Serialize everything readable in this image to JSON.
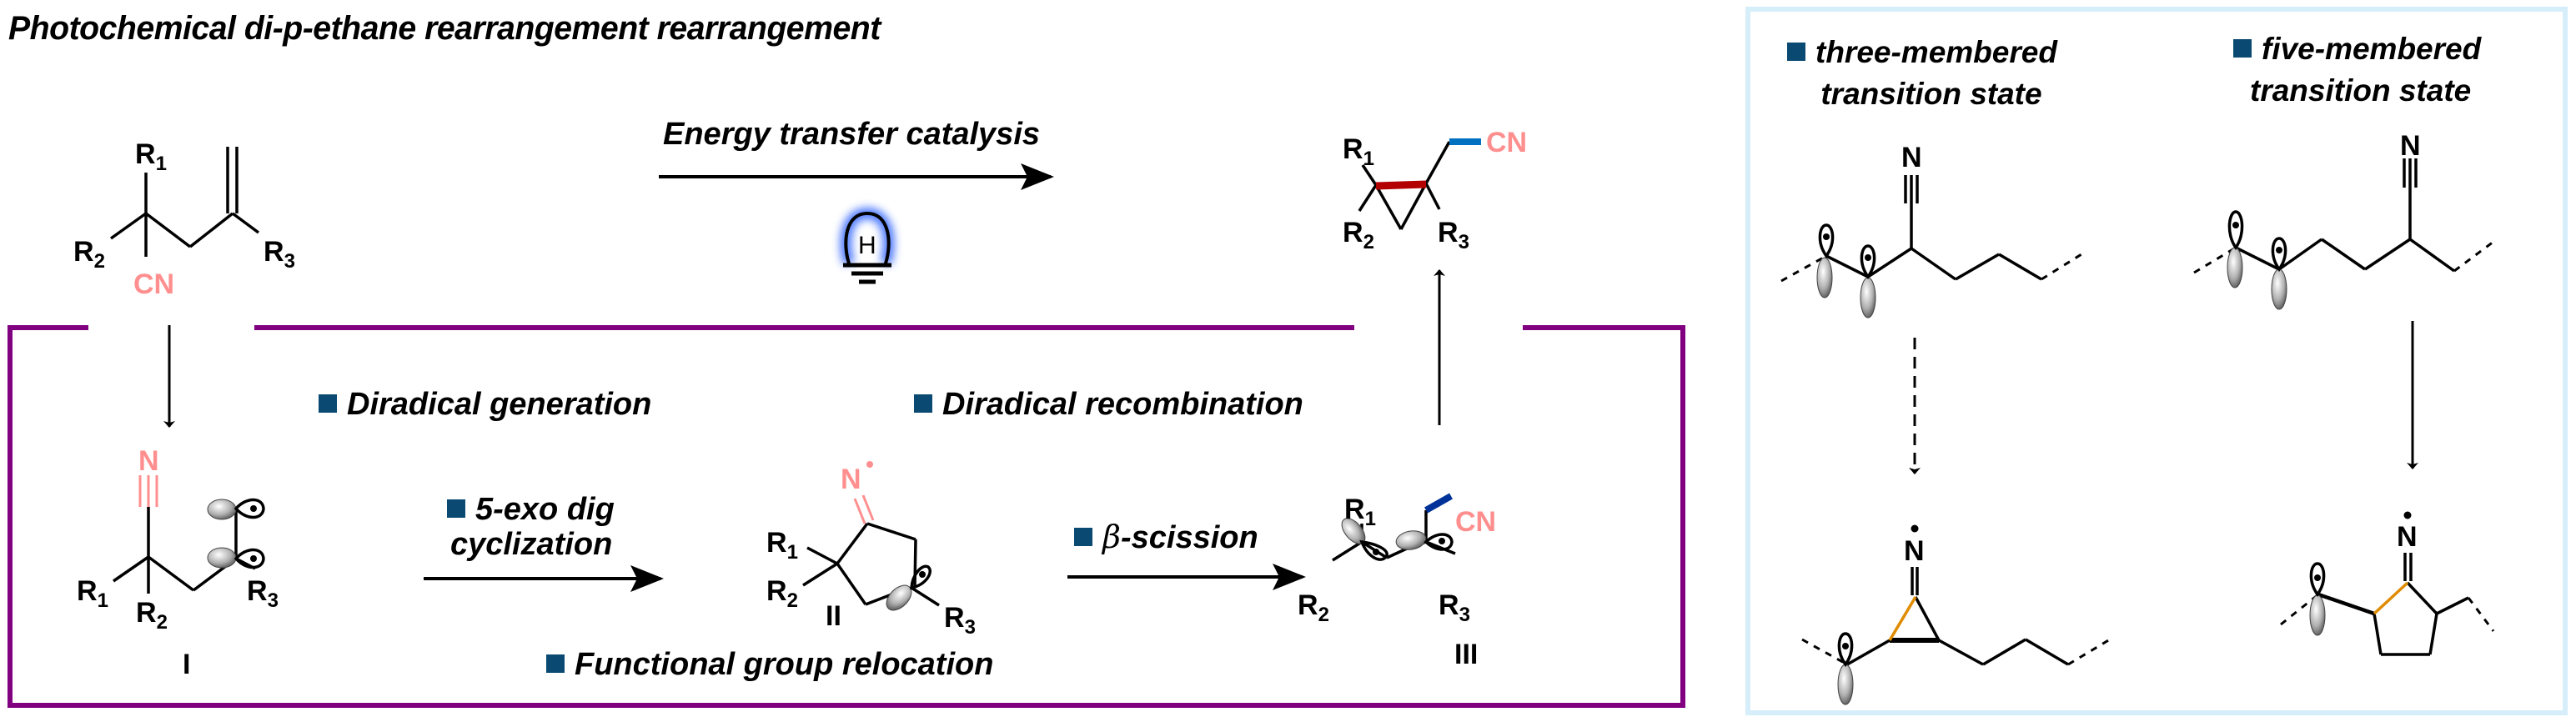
{
  "title": "Photochemical di-p-ethane rearrangement rearrangement",
  "colors": {
    "bracket": "#800080",
    "bullet": "#0a4a72",
    "panel_border": "#d6eefa",
    "nitrile_highlight": "#ff8f8f",
    "new_bond_red": "#b30000",
    "new_bond_blue": "#0070c0",
    "radical_shift_bond": "#003399",
    "ts_bond_orange": "#e08c00",
    "lamp_glow": "#3b6cff"
  },
  "top_reaction": {
    "condition": "Energy transfer catalysis",
    "icon": "lightbulb-icon",
    "lamp_letter": "H"
  },
  "substrate": {
    "r1": "R",
    "r1_sub": "1",
    "r2": "R",
    "r2_sub": "2",
    "r3": "R",
    "r3_sub": "3",
    "cn": "CN"
  },
  "product": {
    "r1": "R",
    "r1_sub": "1",
    "r2": "R",
    "r2_sub": "2",
    "r3": "R",
    "r3_sub": "3",
    "cn": "CN"
  },
  "mechanism": {
    "steps": [
      {
        "label": "Diradical generation"
      },
      {
        "label": "Diradical recombination"
      },
      {
        "label_line1": "5-exo dig",
        "label_line2": "cyclization"
      },
      {
        "label_prefix": "β",
        "label": "-scission"
      },
      {
        "label": "Functional group relocation"
      }
    ],
    "intermediates": [
      {
        "id": "I",
        "n": "N",
        "r1": "R",
        "r1_sub": "1",
        "r2": "R",
        "r2_sub": "2",
        "r3": "R",
        "r3_sub": "3"
      },
      {
        "id": "II",
        "n": "N",
        "r1": "R",
        "r1_sub": "1",
        "r2": "R",
        "r2_sub": "2",
        "r3": "R",
        "r3_sub": "3"
      },
      {
        "id": "III",
        "cn": "CN",
        "r1": "R",
        "r1_sub": "1",
        "r2": "R",
        "r2_sub": "2",
        "r3": "R",
        "r3_sub": "3"
      }
    ]
  },
  "comparison": {
    "three": {
      "heading_line1": "three-membered",
      "heading_line2": "transition state",
      "n": "N",
      "arrow": "dashed"
    },
    "five": {
      "heading_line1": "five-membered",
      "heading_line2": "transition state",
      "n": "N",
      "arrow": "solid"
    }
  }
}
